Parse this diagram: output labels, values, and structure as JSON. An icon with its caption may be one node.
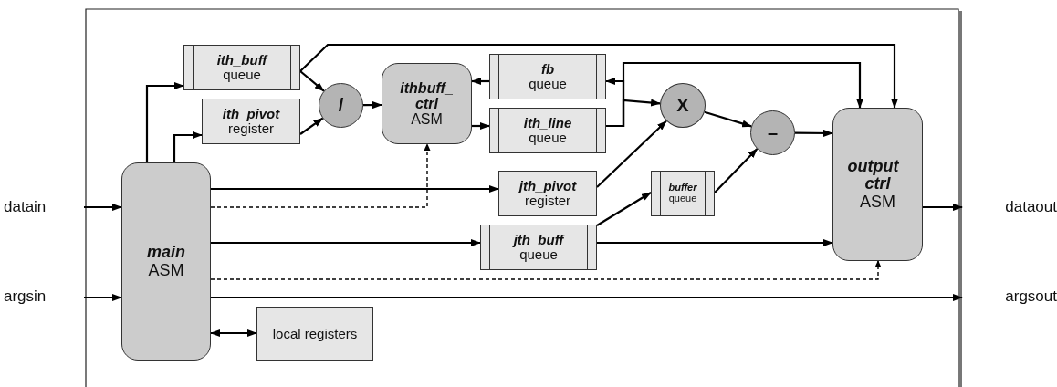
{
  "diagram": {
    "nodes": [
      {
        "text": [
          "datain"
        ]
      },
      {
        "text": [
          "argsin"
        ]
      },
      {
        "text": [
          "main",
          "ASM"
        ]
      },
      {
        "text": [
          "ith_buff",
          "queue"
        ]
      },
      {
        "text": [
          "ith_pivot",
          "register"
        ]
      },
      {
        "text": [
          "/"
        ]
      },
      {
        "text": [
          "ithbuff_ ctrl",
          "ASM"
        ]
      },
      {
        "text": [
          "fb",
          "queue"
        ]
      },
      {
        "text": [
          "ith_line",
          "queue"
        ]
      },
      {
        "text": [
          "X"
        ]
      },
      {
        "text": [
          "jth_pivot",
          "register"
        ]
      },
      {
        "text": [
          "buffer",
          "queue"
        ]
      },
      {
        "text": [
          "–"
        ]
      },
      {
        "text": [
          "output_ ctrl",
          "ASM"
        ]
      },
      {
        "text": [
          "jth_buff",
          "queue"
        ]
      },
      {
        "text": [
          "local registers"
        ]
      },
      {
        "text": [
          "dataout"
        ]
      },
      {
        "text": [
          "argsout"
        ]
      }
    ],
    "edges": [
      {
        "from": 0,
        "to": 2,
        "arrow": "to"
      },
      {
        "from": 1,
        "to": 2,
        "arrow": "to"
      },
      {
        "from": 2,
        "to": 3,
        "arrow": "to"
      },
      {
        "from": 2,
        "to": 4,
        "arrow": "to"
      },
      {
        "from": 3,
        "to": 5,
        "arrow": "to"
      },
      {
        "from": 4,
        "to": 5,
        "arrow": "to"
      },
      {
        "from": 3,
        "to": 13,
        "arrow": "to"
      },
      {
        "from": 5,
        "to": 6,
        "arrow": "to"
      },
      {
        "from": 7,
        "to": 6,
        "arrow": "to"
      },
      {
        "from": 6,
        "to": 8,
        "arrow": "to"
      },
      {
        "from": 8,
        "to": 9,
        "arrow": "to"
      },
      {
        "from": 8,
        "to": 7,
        "arrow": "to"
      },
      {
        "from": 8,
        "to": 13,
        "arrow": "to"
      },
      {
        "from": 2,
        "to": 10,
        "arrow": "to"
      },
      {
        "from": 10,
        "to": 9,
        "arrow": "to"
      },
      {
        "from": 9,
        "to": 12,
        "arrow": "to"
      },
      {
        "from": 2,
        "to": 6,
        "arrow": "to",
        "style": "dashed"
      },
      {
        "from": 2,
        "to": 14,
        "arrow": "to"
      },
      {
        "from": 14,
        "to": 11,
        "arrow": "to"
      },
      {
        "from": 11,
        "to": 12,
        "arrow": "to"
      },
      {
        "from": 12,
        "to": 13,
        "arrow": "to"
      },
      {
        "from": 14,
        "to": 13,
        "arrow": "to"
      },
      {
        "from": 2,
        "to": 13,
        "arrow": "to",
        "style": "dashed"
      },
      {
        "from": 2,
        "to": 17,
        "arrow": "to"
      },
      {
        "from": 13,
        "to": 16,
        "arrow": "to"
      },
      {
        "from": 2,
        "to": 15,
        "arrow": "both"
      }
    ]
  }
}
